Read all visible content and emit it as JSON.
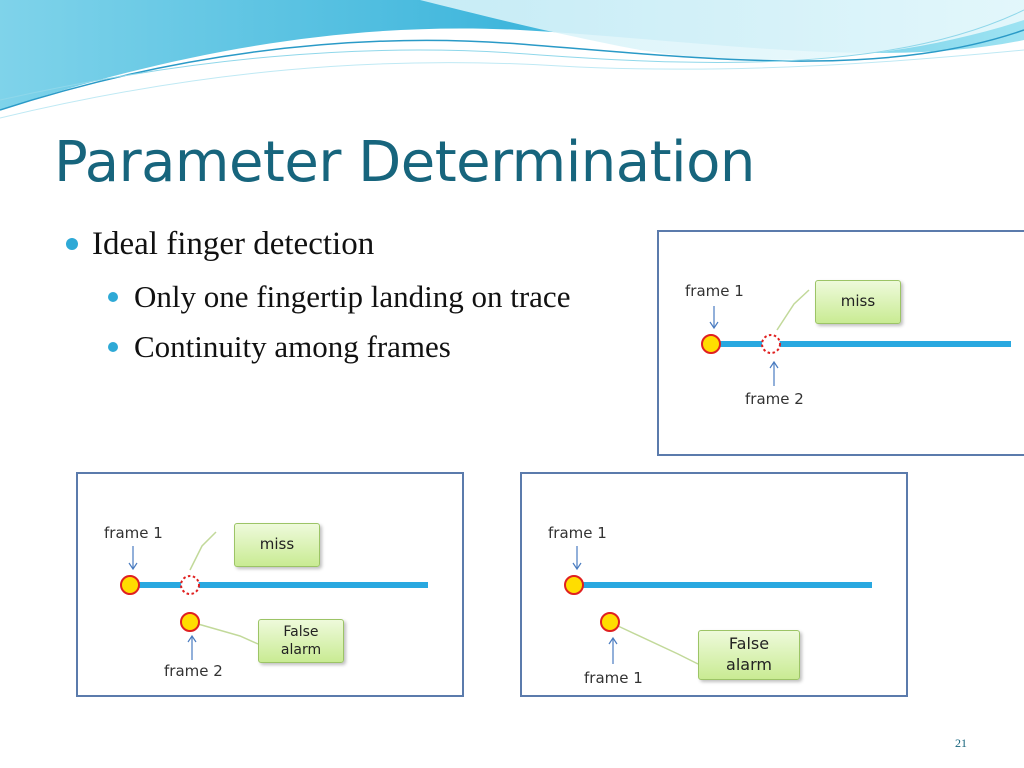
{
  "slide": {
    "title": "Parameter Determination",
    "page_number": "21"
  },
  "bullets": [
    {
      "text": "Ideal finger detection",
      "level": 1
    },
    {
      "text": "Only one fingertip landing on trace",
      "level": 2
    },
    {
      "text": "Continuity among frames",
      "level": 2
    }
  ],
  "panels": {
    "top_right": {
      "frame_top": "frame 1",
      "frame_bottom": "frame 2",
      "callout": "miss"
    },
    "bottom_left": {
      "frame_top": "frame 1",
      "frame_bottom": "frame 2",
      "callout_miss": "miss",
      "callout_false": "False\nalarm"
    },
    "bottom_right": {
      "frame_top": "frame 1",
      "frame_bottom": "frame 1",
      "callout_false": "False\nalarm"
    }
  },
  "colors": {
    "title": "#17657d",
    "trace": "#29a8e0",
    "fingertip_fill": "#ffdd00",
    "fingertip_stroke": "#e02020",
    "panel_border": "#5b7bac"
  }
}
